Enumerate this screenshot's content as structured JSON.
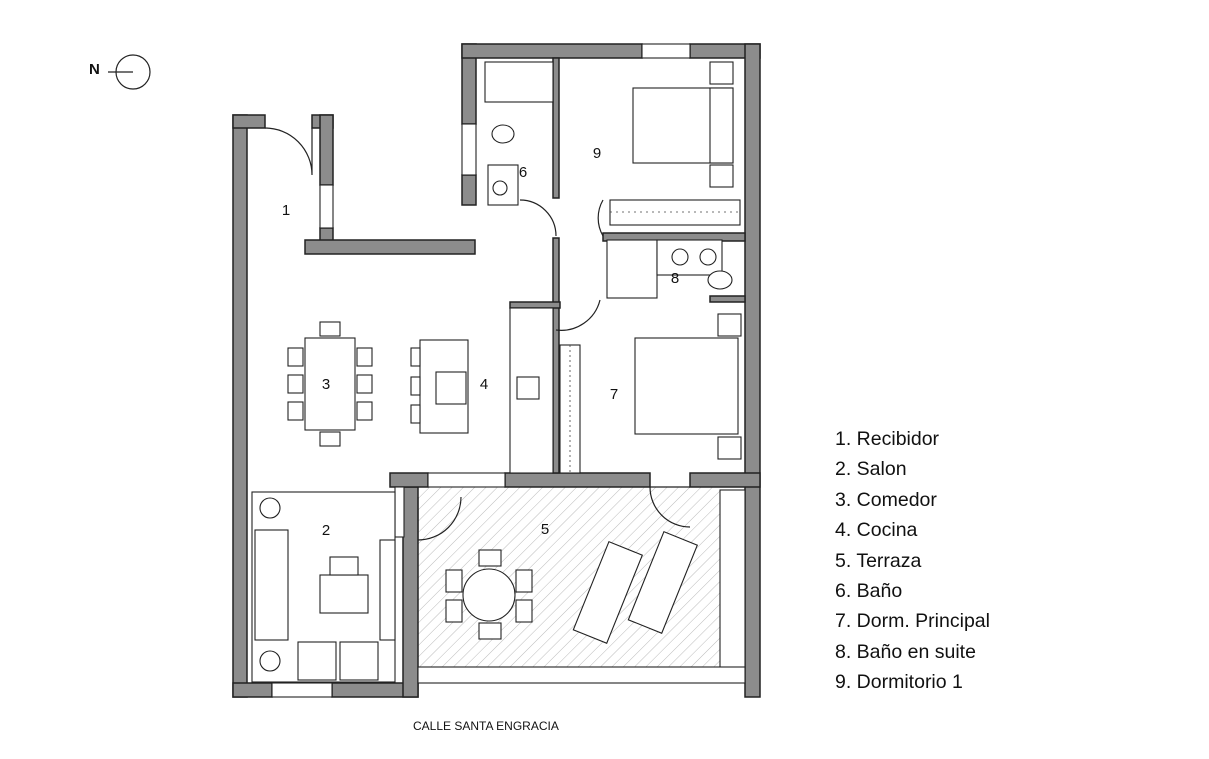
{
  "compass": {
    "label": "N"
  },
  "rooms": [
    {
      "number": "1"
    },
    {
      "number": "2"
    },
    {
      "number": "3"
    },
    {
      "number": "4"
    },
    {
      "number": "5"
    },
    {
      "number": "6"
    },
    {
      "number": "7"
    },
    {
      "number": "8"
    },
    {
      "number": "9"
    }
  ],
  "legend": [
    "1. Recibidor",
    "2. Salon",
    "3. Comedor",
    "4. Cocina",
    "5. Terraza",
    "6. Baño",
    "7. Dorm. Principal",
    "8. Baño en suite",
    "9. Dormitorio 1"
  ],
  "street": "CALLE SANTA ENGRACIA"
}
